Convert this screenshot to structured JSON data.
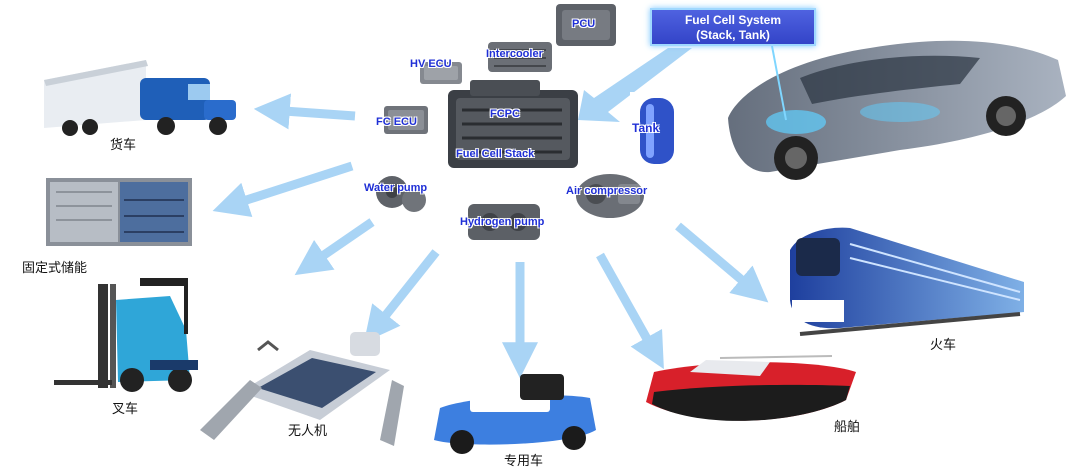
{
  "callout": {
    "line1": "Fuel Cell System",
    "line2": "(Stack, Tank)"
  },
  "components": {
    "pcu": "PCU",
    "intercooler": "Intercooler",
    "hv_ecu": "HV ECU",
    "fcpc": "FCPC",
    "fc_ecu": "FC ECU",
    "tank": "Tank",
    "stack": "Fuel Cell Stack",
    "water_pump": "Water pump",
    "air_compressor": "Air compressor",
    "hydrogen_pump": "Hydrogen pump"
  },
  "applications": {
    "truck": "货车",
    "storage": "固定式储能",
    "forklift": "叉车",
    "drone": "无人机",
    "special_vehicle": "专用车",
    "boat": "船舶",
    "train": "火车"
  },
  "colors": {
    "arrow": "#a9d4f5",
    "label_blue": "#1f2fd6",
    "callout_fill": "#3f52d8",
    "train_blue": "#2a52b8",
    "boat_red": "#d8202a"
  }
}
